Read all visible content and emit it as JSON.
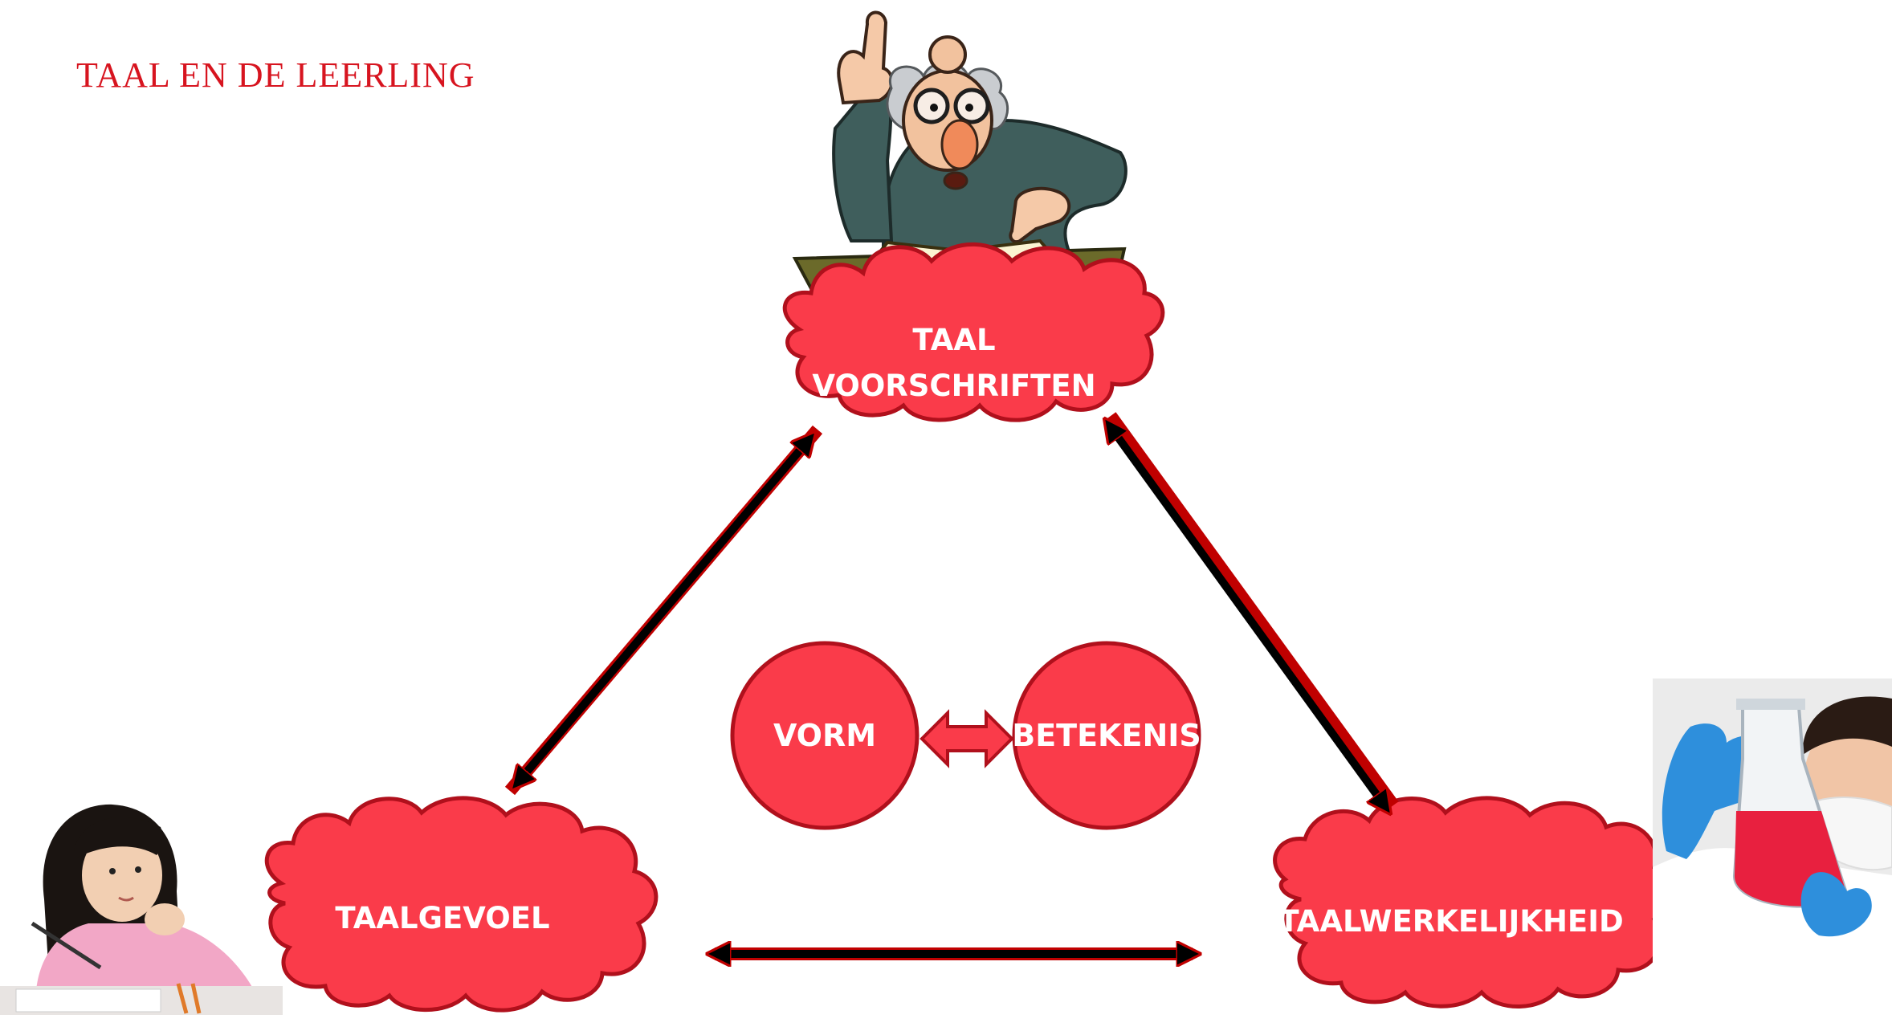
{
  "title": "TAAL EN DE LEERLING",
  "nodes": {
    "top": {
      "line1": "TAAL",
      "line2": "VOORSCHRIFTEN"
    },
    "left": {
      "label": "TAALGEVOEL"
    },
    "right": {
      "label": "TAALWERKELIJKHEID"
    }
  },
  "center": {
    "left": "VORM",
    "right": "BETEKENIS"
  },
  "illustrations": {
    "top": "professor-cartoon",
    "left": "girl-thinking-photo",
    "right": "lab-scientist-photo"
  },
  "colors": {
    "title": "#d7141f",
    "fill": "#fa3b4a",
    "outline": "#b0101c",
    "arrow": "#000000",
    "arrow_outline": "#c00000"
  }
}
